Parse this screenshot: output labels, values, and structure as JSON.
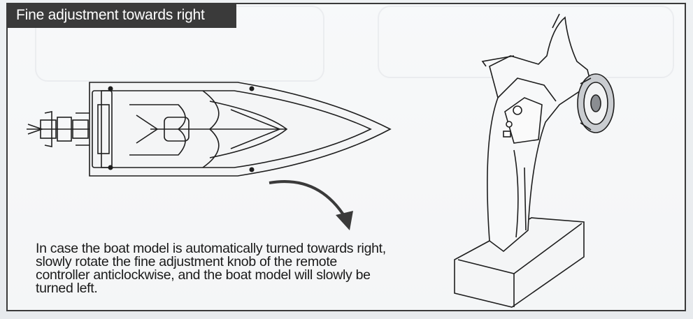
{
  "section": {
    "title": "Fine adjustment towards right"
  },
  "instructions": {
    "lines": [
      "In case the boat model is automatically turned towards right,",
      "slowly rotate the fine adjustment knob of the remote",
      "controller anticlockwise, and the boat model will slowly be",
      "turned left."
    ]
  },
  "illustrations": {
    "boat": "boat-top-view",
    "arrow": "clockwise-turn-arrow",
    "controller": "remote-controller-with-trim-knob"
  }
}
